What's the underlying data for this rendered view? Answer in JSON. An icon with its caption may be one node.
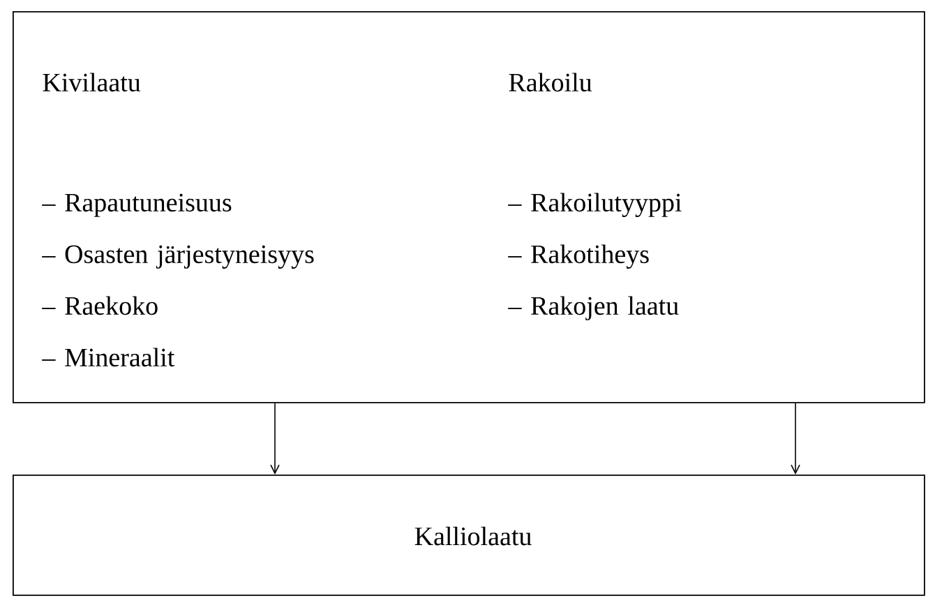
{
  "diagram": {
    "nodes": [
      {
        "text": [],
        "shape": "box"
      },
      {
        "text": [
          "Kivilaatu",
          "– Rapautuneisuus",
          "– Osasten järjestyneisyys",
          "– Raekoko",
          "– Mineraalit"
        ],
        "in": 0
      },
      {
        "text": [
          "Rakoilu",
          "– Rakoilutyyppi",
          "– Rakotiheys",
          "– Rakojen laatu"
        ],
        "in": 0
      },
      {
        "text": [
          "Kalliolaatu"
        ]
      }
    ],
    "edges": [
      {
        "from": 0,
        "to": 3,
        "arrow": "to"
      },
      {
        "from": 0,
        "to": 3,
        "arrow": "to"
      }
    ]
  }
}
